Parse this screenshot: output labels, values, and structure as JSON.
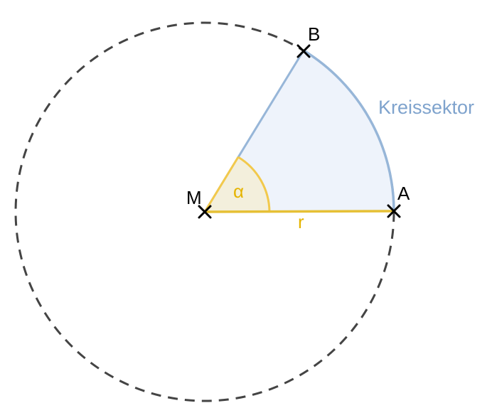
{
  "points": {
    "center": "M",
    "a": "A",
    "b": "B"
  },
  "labels": {
    "angle": "α",
    "radius": "r",
    "sector": "Kreissektor"
  },
  "colors": {
    "circle": "#444444",
    "sector_stroke": "#97b6d8",
    "sector_fill": "#eef3fb",
    "sector_label": "#7fa3cd",
    "angle_stroke": "#f2c94c",
    "angle_fill": "#f3efdc",
    "angle_label": "#e5b400",
    "marker": "#000000"
  }
}
